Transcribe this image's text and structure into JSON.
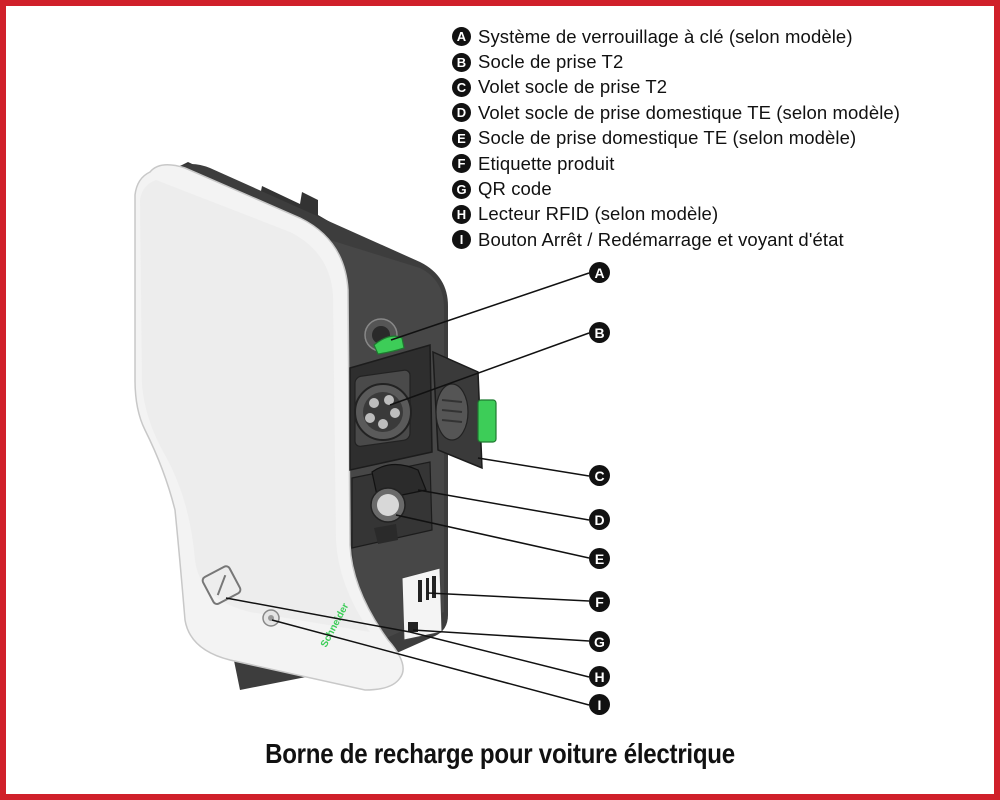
{
  "legend": [
    {
      "letter": "A",
      "text": "Système de verrouillage à clé (selon modèle)"
    },
    {
      "letter": "B",
      "text": "Socle de prise T2"
    },
    {
      "letter": "C",
      "text": "Volet socle de prise T2"
    },
    {
      "letter": "D",
      "text": "Volet socle de prise domestique TE (selon modèle)"
    },
    {
      "letter": "E",
      "text": "Socle de prise domestique TE (selon modèle)"
    },
    {
      "letter": "F",
      "text": "Etiquette produit"
    },
    {
      "letter": "G",
      "text": "QR code"
    },
    {
      "letter": "H",
      "text": "Lecteur RFID (selon modèle)"
    },
    {
      "letter": "I",
      "text": "Bouton Arrêt / Redémarrage et voyant d'état"
    }
  ],
  "callouts": [
    "A",
    "B",
    "C",
    "D",
    "E",
    "F",
    "G",
    "H",
    "I"
  ],
  "brand": "Schneider",
  "caption": "Borne de recharge pour voiture électrique",
  "colors": {
    "frame": "#d0202a",
    "brand_green": "#3dcd58",
    "body_dark": "#3a3a3a"
  }
}
